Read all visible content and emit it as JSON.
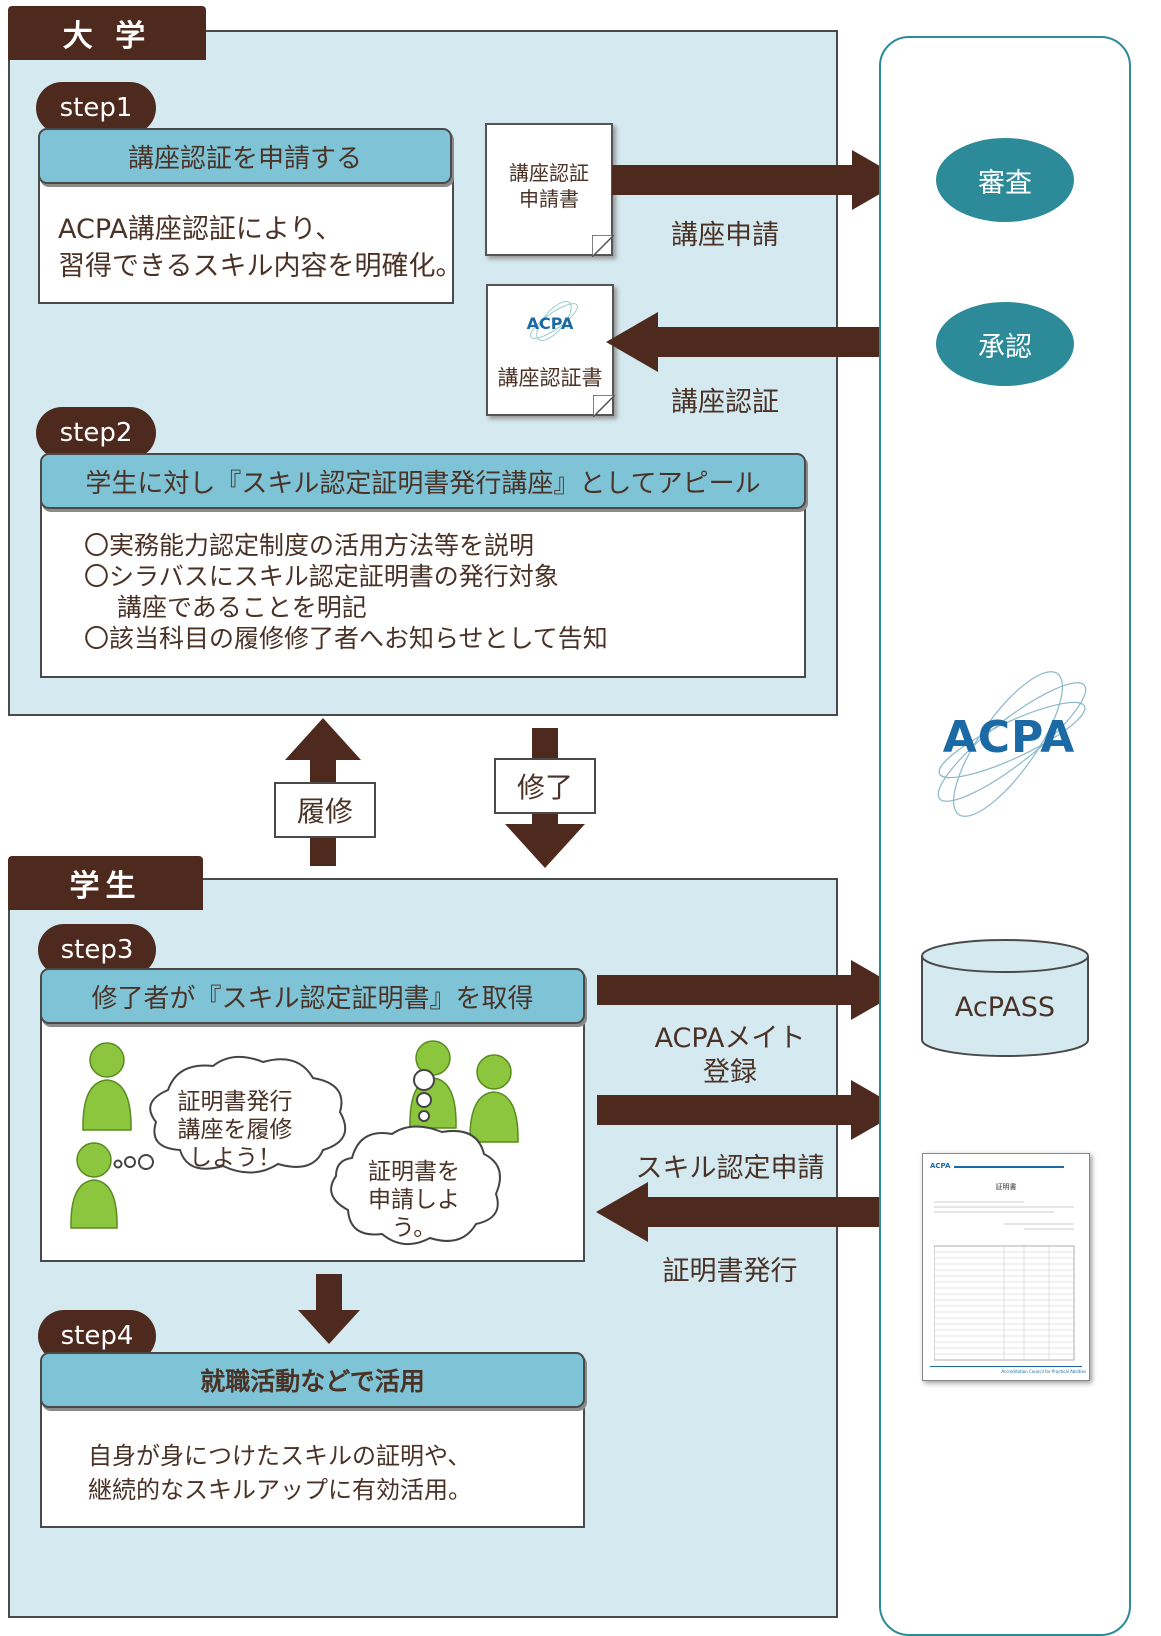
{
  "university": {
    "tab_label": "大 学",
    "step1": {
      "badge": "step1",
      "title": "講座認証を申請する",
      "body_line1": "ACPA講座認証により、",
      "body_line2": "習得できるスキル内容を明確化。"
    },
    "doc_application": {
      "line1": "講座認証",
      "line2": "申請書"
    },
    "doc_certificate": {
      "logo": "ACPA",
      "label": "講座認証書"
    },
    "arrow_apply_label": "講座申請",
    "arrow_certify_label": "講座認証",
    "step2": {
      "badge": "step2",
      "title": "学生に対し『スキル認定証明書発行講座』としてアピール",
      "bullets": [
        "〇実務能力認定制度の活用方法等を説明",
        "〇シラバスにスキル認定証明書の発行対象",
        "　 講座であることを明記",
        "〇該当科目の履修修了者へお知らせとして告知"
      ]
    }
  },
  "middle": {
    "enroll_label": "履修",
    "complete_label": "修了"
  },
  "student": {
    "tab_label": "学生",
    "step3": {
      "badge": "step3",
      "title": "修了者が『スキル認定証明書』を取得",
      "bubble1": [
        "証明書発行",
        "講座を履修",
        "しよう！"
      ],
      "bubble2": [
        "証明書を",
        "申請しよ",
        "う。"
      ]
    },
    "step4": {
      "badge": "step4",
      "title": "就職活動などで活用",
      "body_line1": "自身が身につけたスキルの証明や、",
      "body_line2": "継続的なスキルアップに有効活用。"
    },
    "arrow_register_label1": "ACPAメイト",
    "arrow_register_label2": "登録",
    "arrow_skill_label": "スキル認定申請",
    "arrow_issue_label": "証明書発行"
  },
  "acpa_side": {
    "review_label": "審査",
    "approve_label": "承認",
    "logo": "ACPA",
    "db_label": "AcPASS",
    "cert_doc": {
      "logo": "ACPA",
      "title": "証明書",
      "footer": "Accreditation Council for Practical Abilities"
    }
  },
  "colors": {
    "brown": "#4e2a1e",
    "teal": "#2d8a99",
    "panel_blue": "#d4e9f0",
    "header_blue": "#7fc4d6",
    "person_green": "#8cc63f"
  }
}
